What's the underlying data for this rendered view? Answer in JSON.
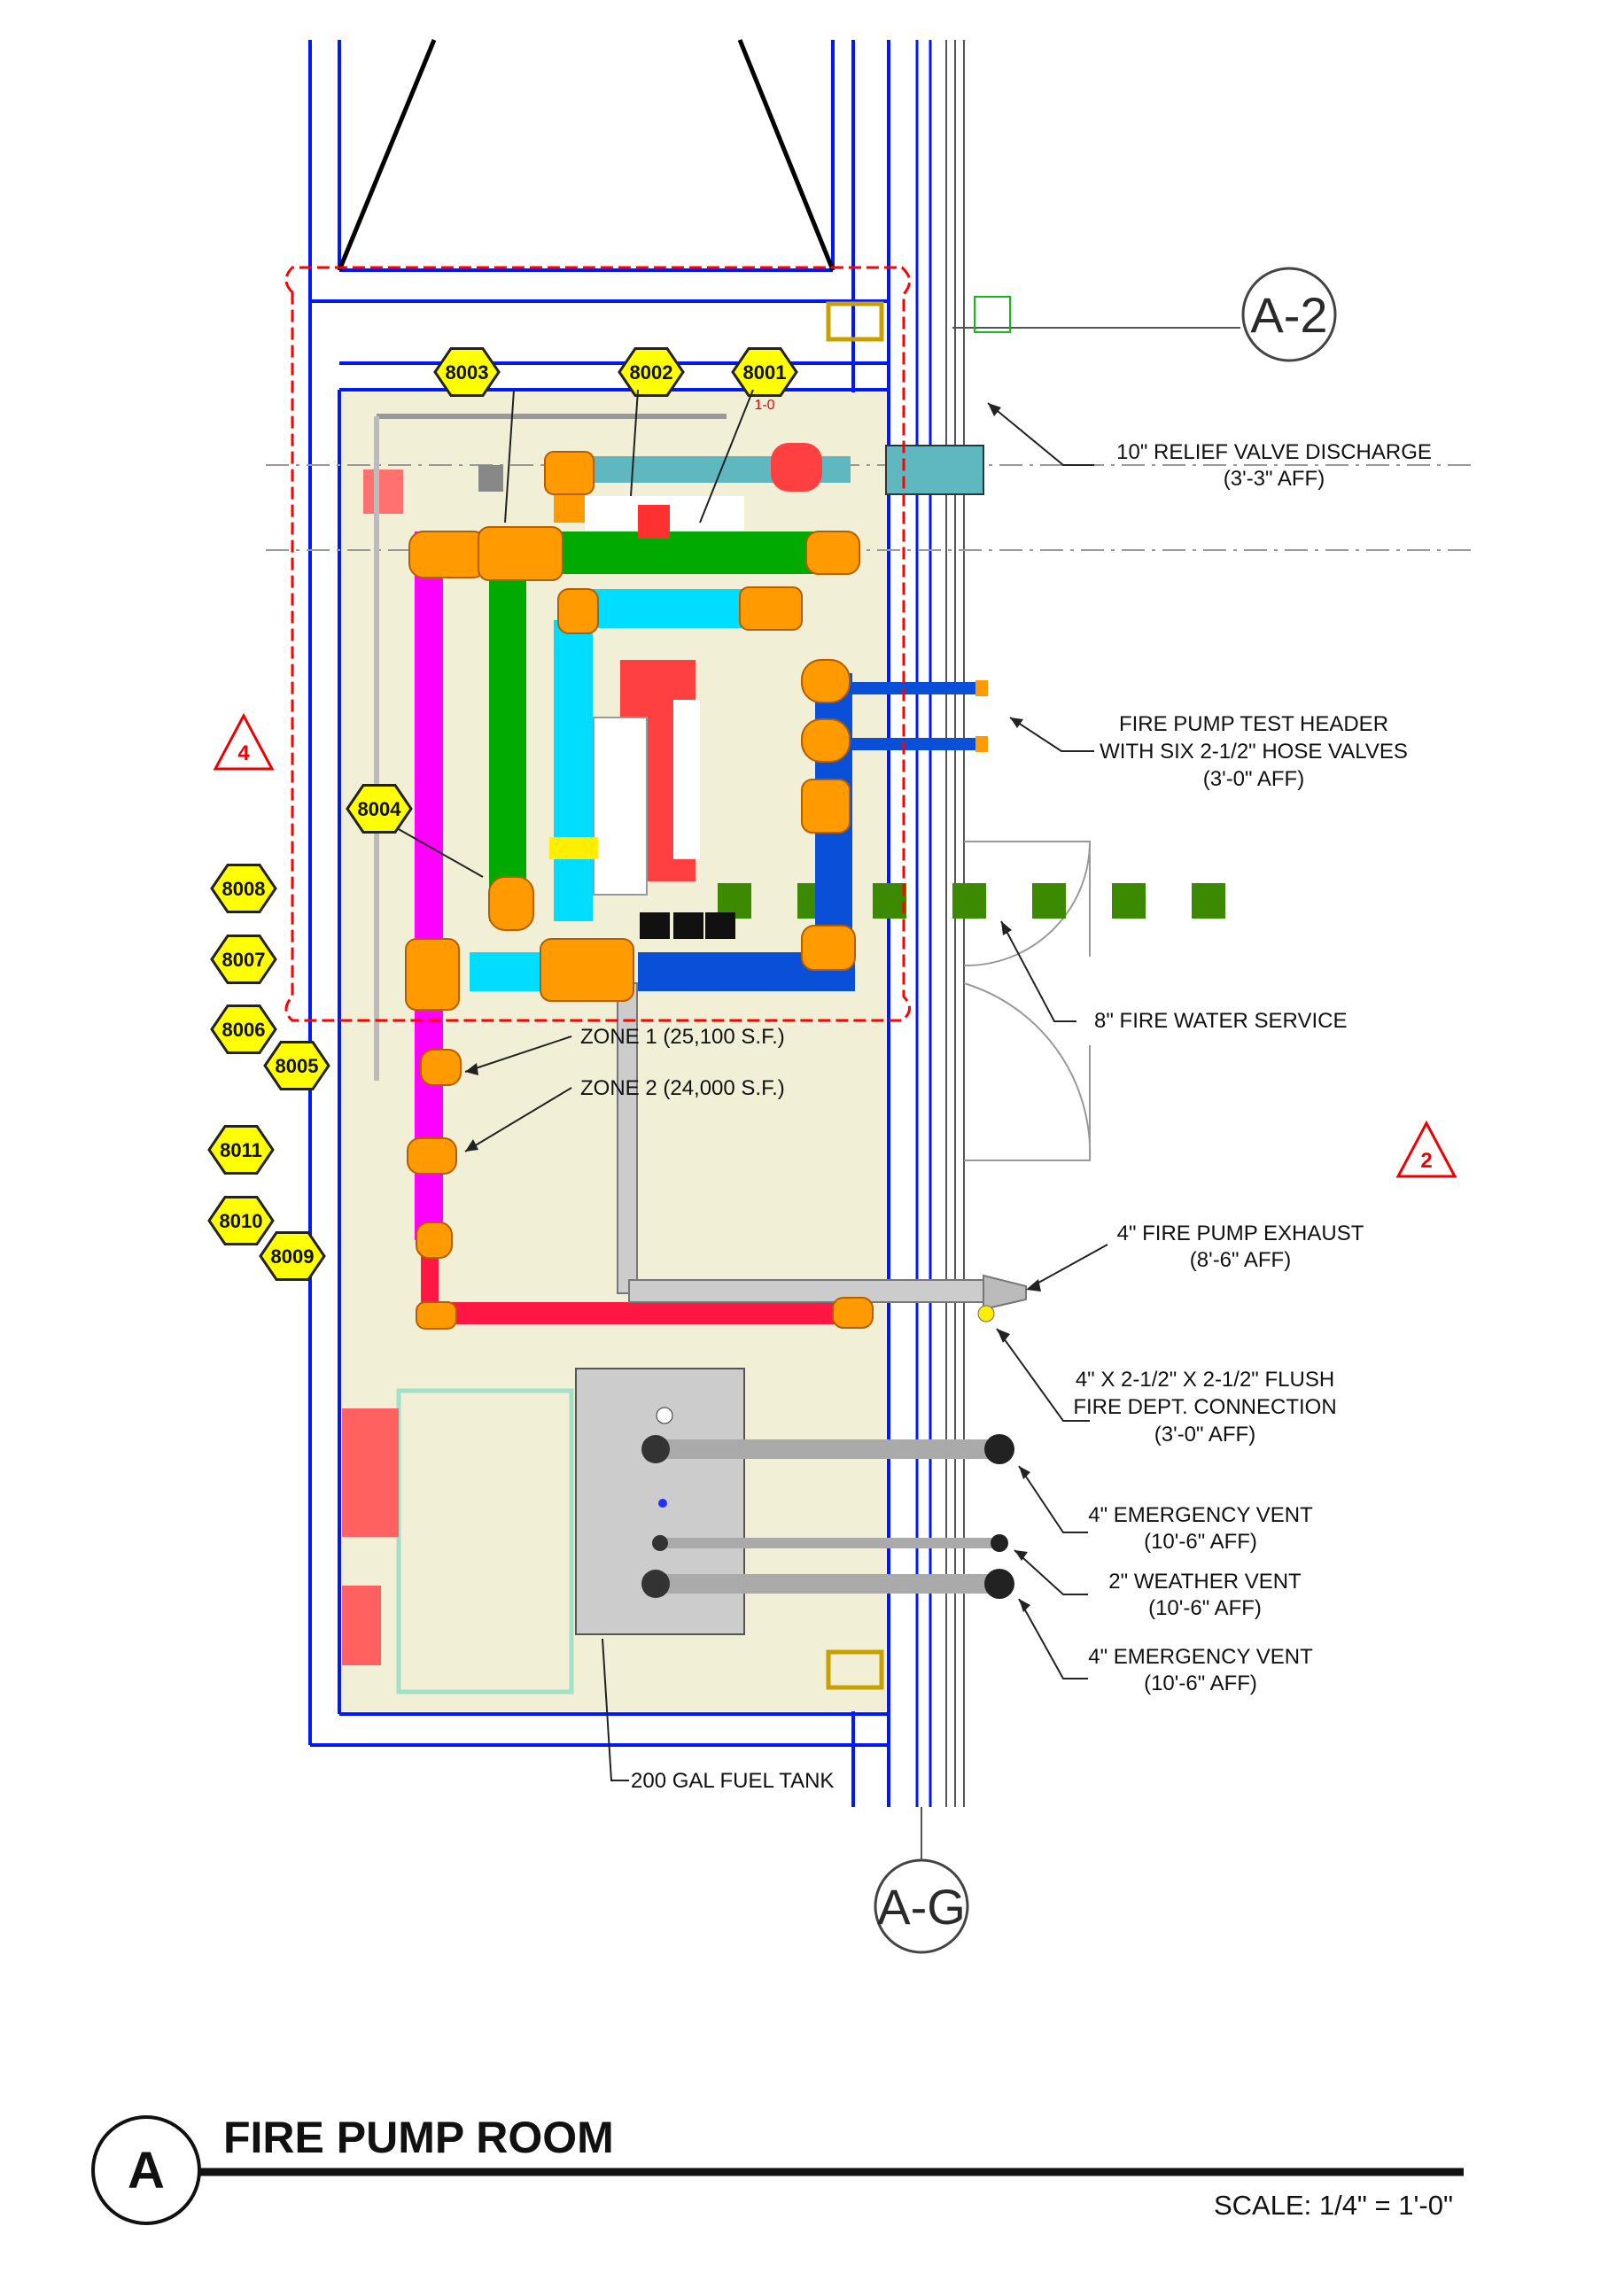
{
  "labels": {
    "relief": [
      "10\" RELIEF VALVE DISCHARGE",
      "(3'-3\" AFF)"
    ],
    "test_header": [
      "FIRE PUMP TEST HEADER",
      "WITH SIX 2-1/2\" HOSE VALVES",
      "(3'-0\" AFF)"
    ],
    "fire_water": "8\" FIRE WATER SERVICE",
    "zone1": "ZONE 1 (25,100 S.F.)",
    "zone2": "ZONE 2 (24,000 S.F.)",
    "exhaust": [
      "4\" FIRE PUMP EXHAUST",
      "(8'-6\" AFF)"
    ],
    "fdc": [
      "4\" X 2-1/2\" X 2-1/2\" FLUSH",
      "FIRE DEPT. CONNECTION",
      "(3'-0\" AFF)"
    ],
    "vent1": [
      "4\" EMERGENCY VENT",
      "(10'-6\" AFF)"
    ],
    "vent2": [
      "2\" WEATHER VENT",
      "(10'-6\" AFF)"
    ],
    "vent3": [
      "4\" EMERGENCY VENT",
      "(10'-6\" AFF)"
    ],
    "tank": "200 GAL FUEL TANK"
  },
  "tags": [
    "8001",
    "8002",
    "8003",
    "8004",
    "8005",
    "8006",
    "8007",
    "8008",
    "8009",
    "8010",
    "8011"
  ],
  "tag_8001_sub": "1-0",
  "revisions": {
    "rev4": "4",
    "rev2": "2"
  },
  "grid": {
    "a2": "A-2",
    "ag": "A-G"
  },
  "title": {
    "letter": "A",
    "text": "FIRE PUMP ROOM",
    "scale": "SCALE: 1/4\" = 1'-0\""
  },
  "colors": {
    "wall": "#0018ff",
    "room_fill": "#f1efd6",
    "revision_cloud": "#ff0000",
    "tag_fill": "#ffff00",
    "fitting": "#ff9a00",
    "suction": "#ff00ff",
    "discharge": "#00aa00",
    "teal": "#5fb8c0",
    "cyan": "#00ddff",
    "blue_pipe": "#0a4fd8",
    "red_pipe": "#ff1744",
    "fire_water": "#3c8a00"
  }
}
